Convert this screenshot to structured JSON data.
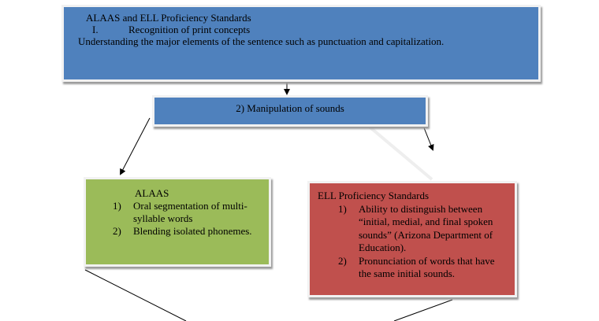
{
  "top": {
    "title": "ALAAS and ELL Proficiency Standards",
    "numeral": "I.",
    "heading": "Recognition of print concepts",
    "text": "Understanding the major elements of the sentence such as punctuation and capitalization."
  },
  "middle": {
    "text": "2) Manipulation of sounds"
  },
  "alaas": {
    "title": "ALAAS",
    "items": [
      {
        "n": "1)",
        "text": "Oral segmentation of multi-syllable words"
      },
      {
        "n": "2)",
        "text": "Blending isolated phonemes."
      }
    ]
  },
  "ell": {
    "title": "ELL Proficiency Standards",
    "items": [
      {
        "n": "1)",
        "text": "Ability to distinguish between “initial, medial, and final spoken sounds” (Arizona Department of Education)."
      },
      {
        "n": "2)",
        "text": "Pronunciation of words that have the same initial sounds."
      }
    ]
  },
  "colors": {
    "blue": "#4f81bd",
    "green": "#9bbb59",
    "red": "#c0504d"
  }
}
